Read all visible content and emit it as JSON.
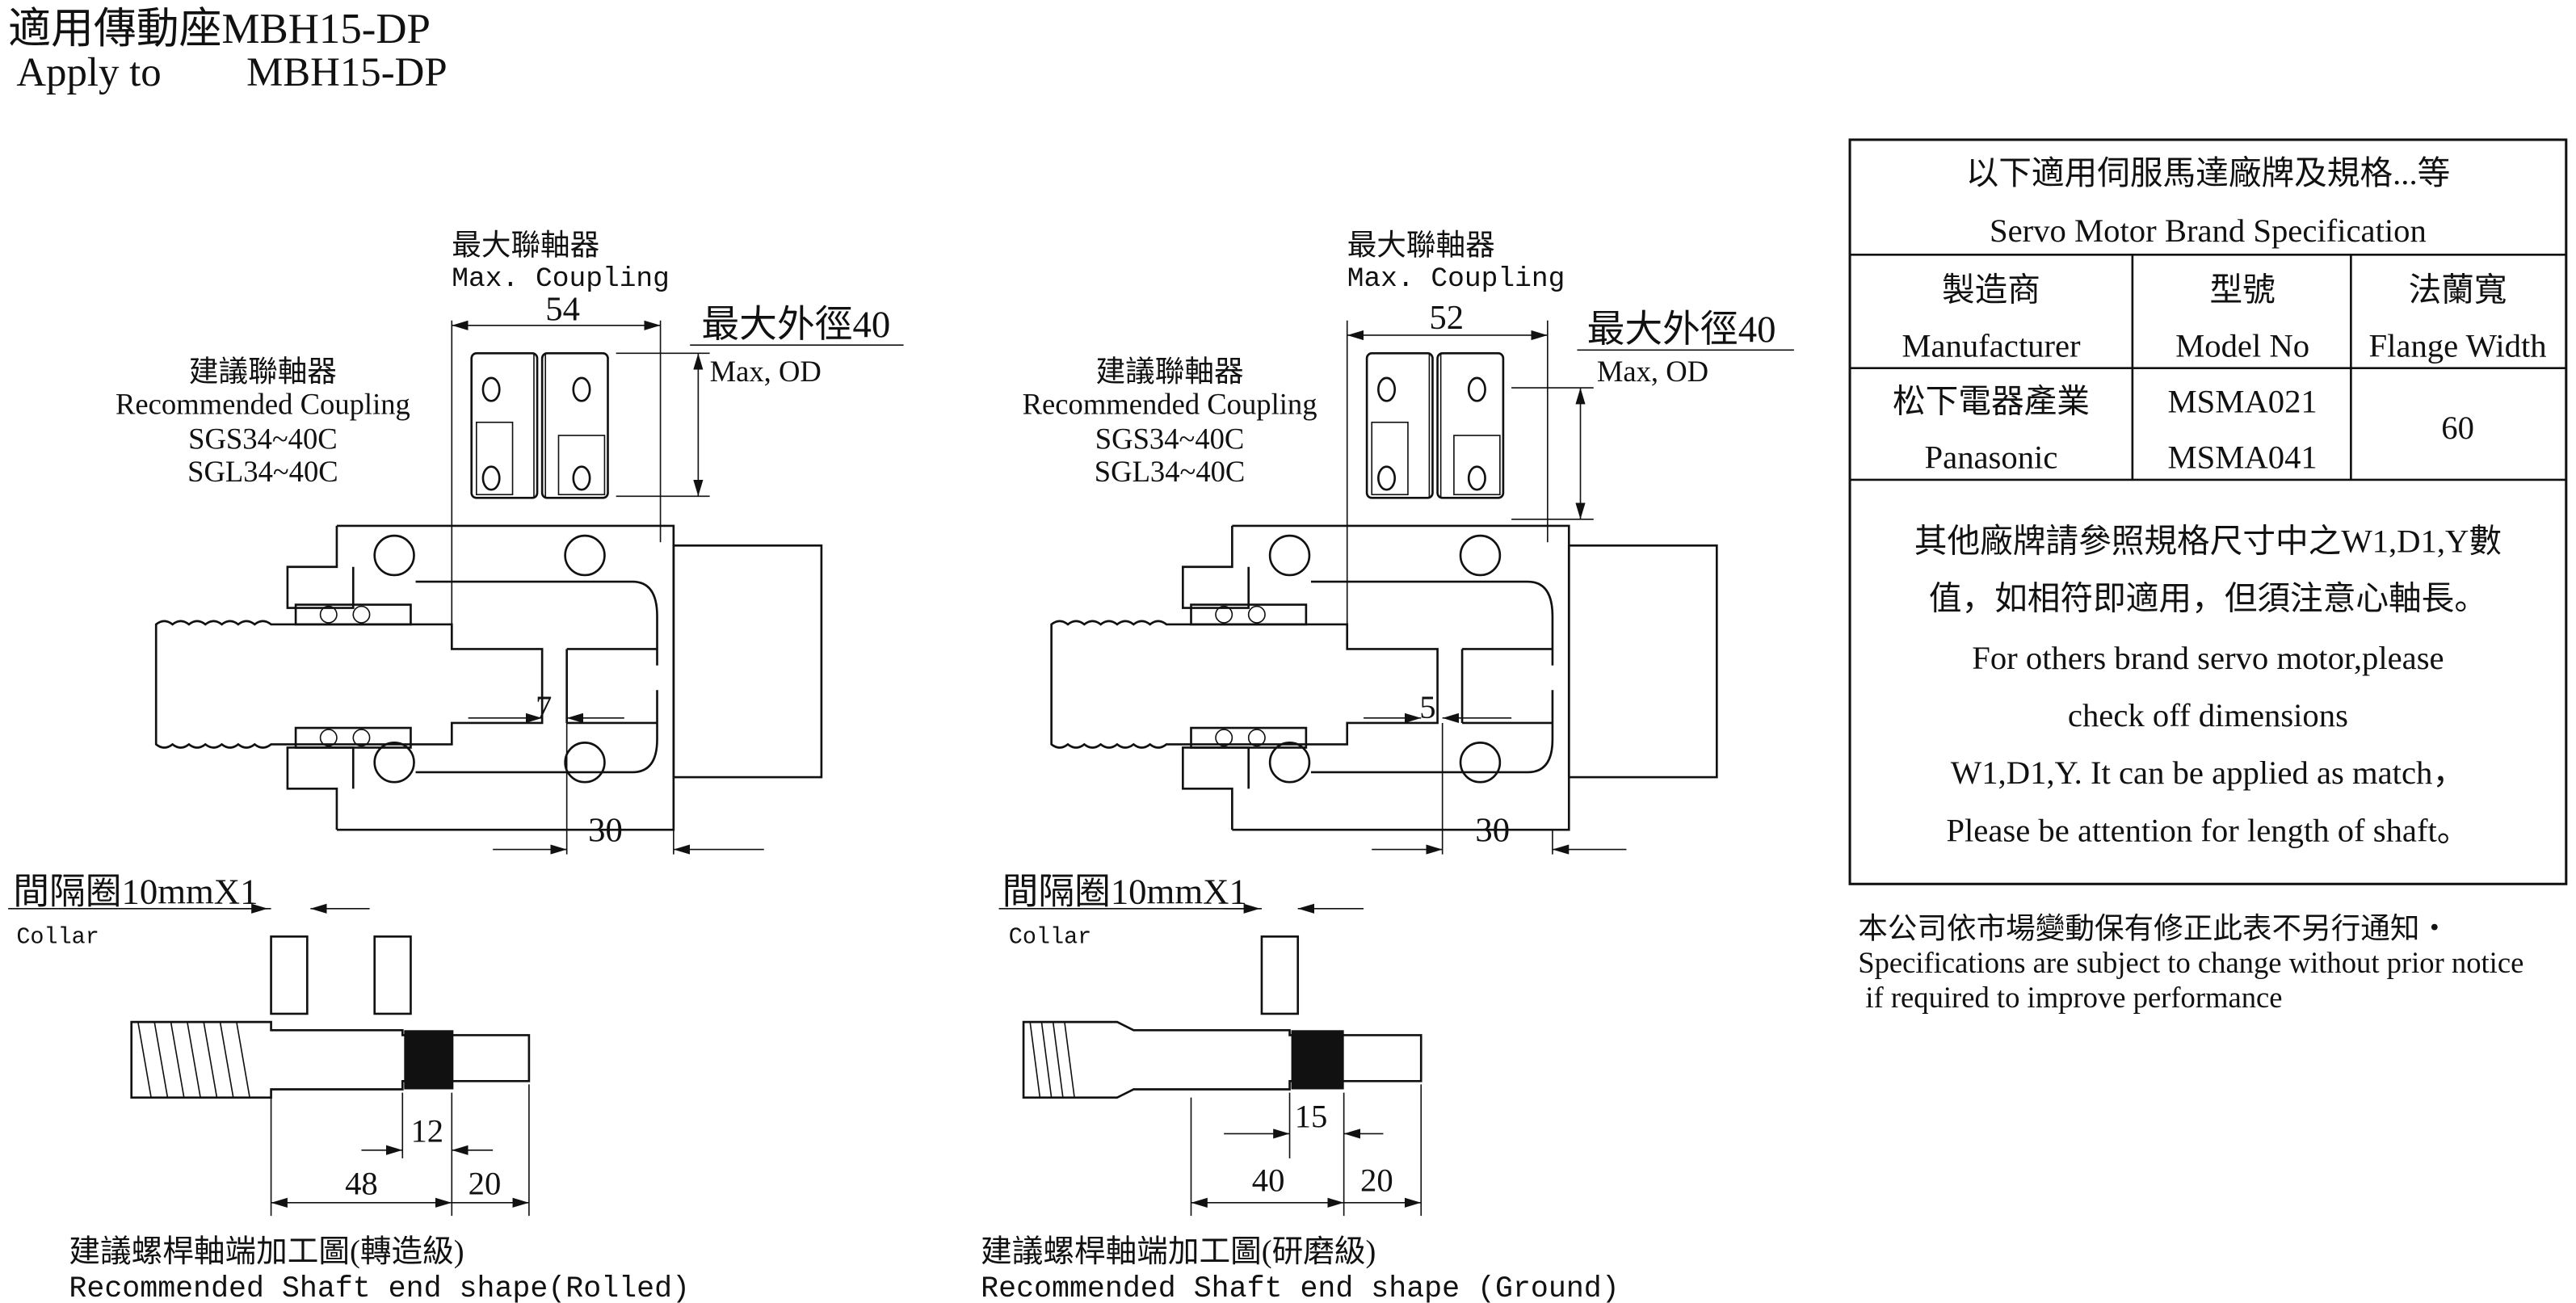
{
  "header": {
    "title_zh": "適用傳動座MBH15-DP",
    "apply_label": "Apply to",
    "apply_model": "MBH15-DP"
  },
  "drawings": [
    {
      "max_coupling_zh": "最大聯軸器",
      "max_coupling_en": "Max. Coupling",
      "coupling_length": "54",
      "max_od_zh": "最大外徑40",
      "max_od_en": "Max, OD",
      "recommended_zh": "建議聯軸器",
      "recommended_en": "Recommended Coupling",
      "models": [
        "SGS34~40C",
        "SGL34~40C"
      ],
      "gap": "7",
      "flange_dim": "30",
      "collar_zh": "間隔圈10mmX1",
      "collar_en": "Collar",
      "dim_a": "12",
      "dim_b": "48",
      "dim_c": "20",
      "caption_zh": "建議螺桿軸端加工圖(轉造級)",
      "caption_en": "Recommended Shaft end shape(Rolled)"
    },
    {
      "max_coupling_zh": "最大聯軸器",
      "max_coupling_en": "Max. Coupling",
      "coupling_length": "52",
      "max_od_zh": "最大外徑40",
      "max_od_en": "Max, OD",
      "recommended_zh": "建議聯軸器",
      "recommended_en": "Recommended Coupling",
      "models": [
        "SGS34~40C",
        "SGL34~40C"
      ],
      "gap": "5",
      "flange_dim": "30",
      "collar_zh": "間隔圈10mmX1",
      "collar_en": "Collar",
      "dim_a": "15",
      "dim_b": "40",
      "dim_c": "20",
      "caption_zh": "建議螺桿軸端加工圖(研磨級)",
      "caption_en": "Recommended Shaft end shape (Ground)"
    }
  ],
  "table": {
    "title_zh": "以下適用伺服馬達廠牌及規格...等",
    "title_en": "Servo Motor Brand Specification",
    "headers": [
      {
        "zh": "製造商",
        "en": "Manufacturer"
      },
      {
        "zh": "型號",
        "en": "Model No"
      },
      {
        "zh": "法蘭寬",
        "en": "Flange Width"
      }
    ],
    "row": {
      "maker_zh": "松下電器產業",
      "maker_en": "Panasonic",
      "models": [
        "MSMA021",
        "MSMA041"
      ],
      "flange": "60"
    },
    "notes": [
      "其他廠牌請參照規格尺寸中之W1,D1,Y數",
      "值，如相符即適用，但須注意心軸長。",
      "For others brand servo motor,please",
      "check off dimensions",
      "W1,D1,Y. It can be applied as match，",
      "Please be attention for length of shaft。"
    ]
  },
  "footer": [
    "本公司依市場變動保有修正此表不另行通知・",
    "Specifications are subject to change without prior notice",
    " if required to improve performance"
  ]
}
